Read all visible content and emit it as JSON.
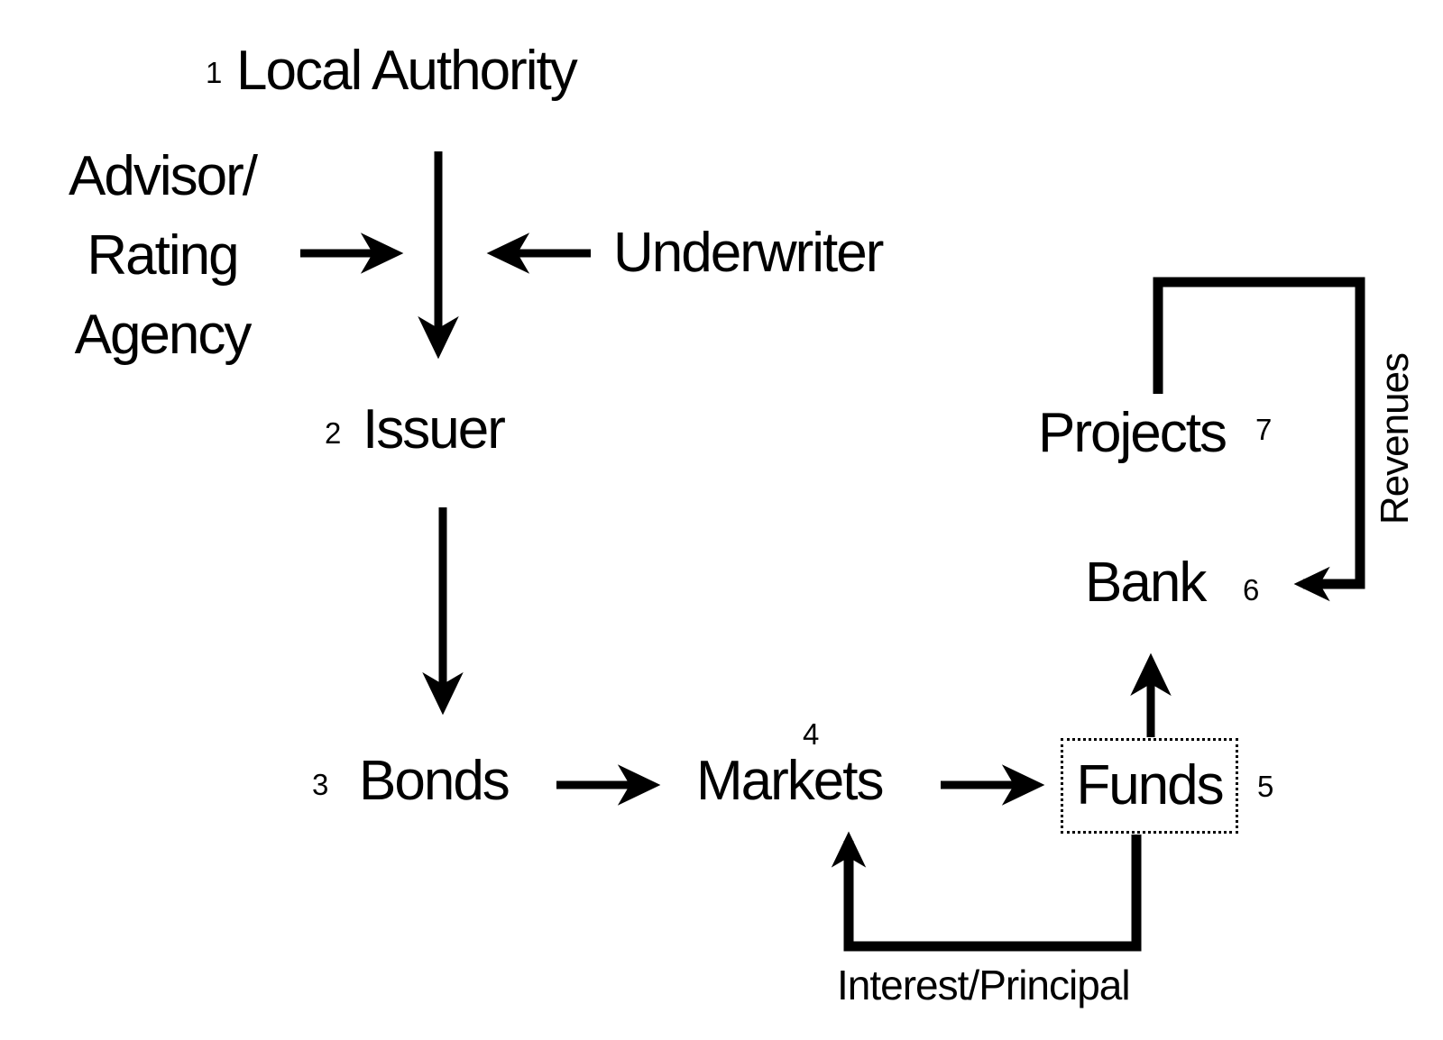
{
  "colors": {
    "background": "#ffffff",
    "ink": "#000000"
  },
  "nodes": {
    "local_authority": {
      "number": "1",
      "label": "Local Authority"
    },
    "advisor_rating_agency": {
      "lines": [
        "Advisor/",
        "Rating",
        "Agency"
      ]
    },
    "underwriter": {
      "label": "Underwriter"
    },
    "issuer": {
      "number": "2",
      "label": "Issuer"
    },
    "bonds": {
      "number": "3",
      "label": "Bonds"
    },
    "markets": {
      "number": "4",
      "label": "Markets"
    },
    "funds": {
      "number": "5",
      "label": "Funds"
    },
    "bank": {
      "number": "6",
      "label": "Bank"
    },
    "projects": {
      "number": "7",
      "label": "Projects"
    }
  },
  "edge_labels": {
    "revenues": "Revenues",
    "interest_principal": "Interest/Principal"
  }
}
